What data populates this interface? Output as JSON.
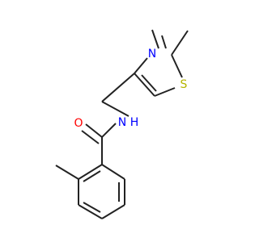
{
  "molecule": {
    "colors": {
      "bond": "#222222",
      "oxygen": "#ff0000",
      "nitrogen": "#0000ff",
      "sulfur": "#b5b500"
    },
    "labels": {
      "oxygen": "O",
      "amide_nitrogen": "N",
      "amide_hydrogen": "H",
      "ring_nitrogen": "N",
      "sulfur": "S"
    }
  }
}
